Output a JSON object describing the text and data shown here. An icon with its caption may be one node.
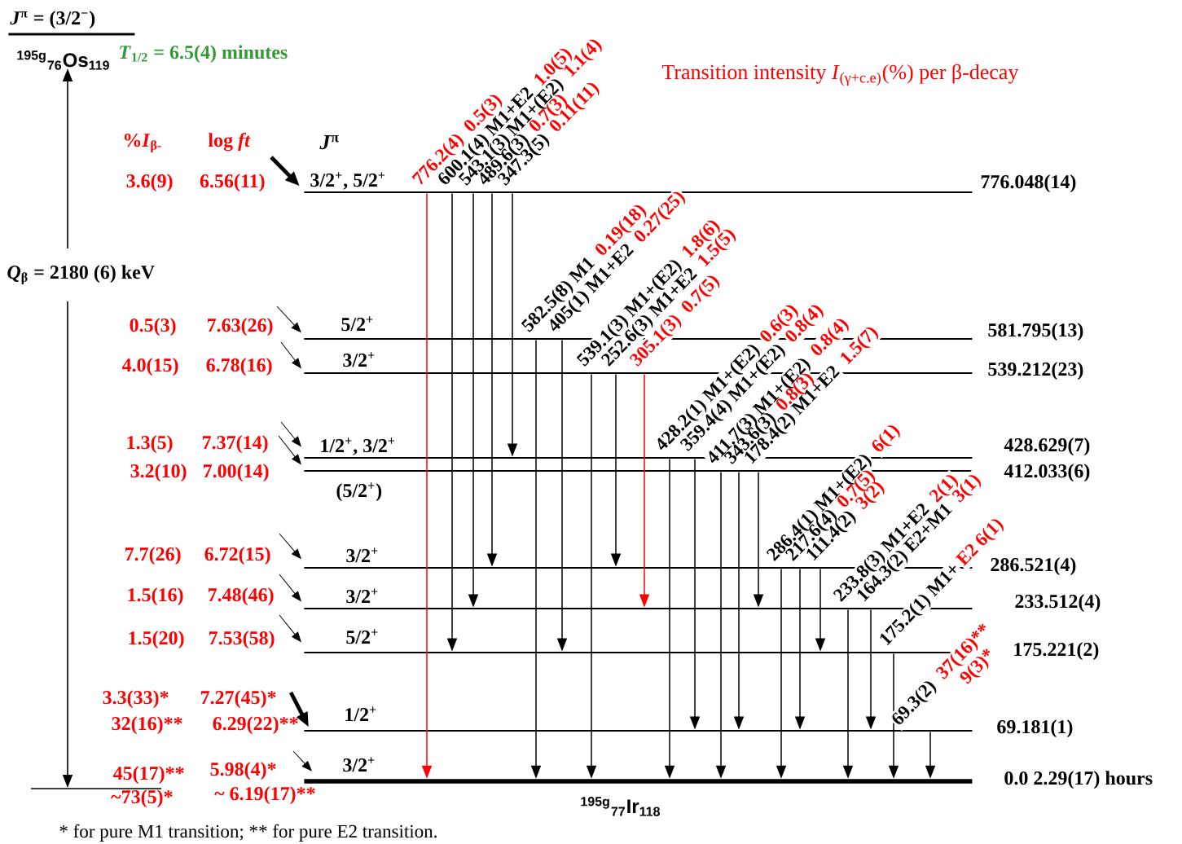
{
  "diagram": {
    "caption": "* for pure M1 transition; ** for pure E2 transition.",
    "nodes": [
      {
        "text": [
          "*J*$^{π}$ = (3/2$^{−}$)",
          "$^{195g}$$_{76}$Os$_{119}$"
        ],
        "beside": [
          "*T*$_{1/2}$ = 6.5(4) minutes"
        ]
      },
      {
        "text": [
          "3/2$^{+}$, 5/2$^{+}$",
          "776.048(14)"
        ]
      },
      {
        "text": [
          "5/2$^{+}$",
          "581.795(13)"
        ]
      },
      {
        "text": [
          "3/2$^{+}$",
          "539.212(23)"
        ]
      },
      {
        "text": [
          "1/2$^{+}$, 3/2$^{+}$",
          "428.629(7)"
        ]
      },
      {
        "text": [
          "(5/2$^{+}$)",
          "412.033(6)"
        ]
      },
      {
        "text": [
          "3/2$^{+}$",
          "286.521(4)"
        ]
      },
      {
        "text": [
          "3/2$^{+}$",
          "233.512(4)"
        ]
      },
      {
        "text": [
          "5/2$^{+}$",
          "175.221(2)"
        ]
      },
      {
        "text": [
          "1/2$^{+}$",
          "69.181(1)"
        ]
      },
      {
        "text": [
          "3/2$^{+}$",
          "0.0 2.29(17) hours"
        ],
        "beside": [
          "$^{195g}$$_{77}$Ir$_{118}$"
        ]
      }
    ],
    "edges": [
      {
        "from": 1,
        "to": 10,
        "arrow": "to",
        "label": "776.2(4)",
        "color": "#ff0000"
      },
      {
        "from": 1,
        "to": 8,
        "arrow": "to",
        "label": "600.1(4) M1+E2"
      },
      {
        "from": 1,
        "to": 7,
        "arrow": "to",
        "label": "543.1(3) M1+(E2)"
      },
      {
        "from": 1,
        "to": 6,
        "arrow": "to",
        "label": "489.6(3)"
      },
      {
        "from": 1,
        "to": 4,
        "arrow": "to",
        "label": "347.3(5)"
      },
      {
        "from": 2,
        "to": 10,
        "arrow": "to",
        "label": "582.5(8) M1"
      },
      {
        "from": 2,
        "to": 8,
        "arrow": "to",
        "label": "405(1) M1+E2"
      },
      {
        "from": 3,
        "to": 10,
        "arrow": "to",
        "label": "539.1(3) M1+(E2)"
      },
      {
        "from": 3,
        "to": 6,
        "arrow": "to",
        "label": "252.6(3) M1+E2"
      },
      {
        "from": 3,
        "to": 7,
        "arrow": "to",
        "label": "305.1(3)",
        "color": "#ff0000"
      },
      {
        "from": 4,
        "to": 10,
        "arrow": "to",
        "label": "428.2(1) M1+(E2)"
      },
      {
        "from": 4,
        "to": 9,
        "arrow": "to",
        "label": "359.4(4) M1+(E2)"
      },
      {
        "from": 5,
        "to": 10,
        "arrow": "to",
        "label": "411.7(3) M1+(E2)"
      },
      {
        "from": 5,
        "to": 9,
        "arrow": "to",
        "label": "343.6(3)"
      },
      {
        "from": 5,
        "to": 7,
        "arrow": "to",
        "label": "178.4(2) M1+E2"
      },
      {
        "from": 6,
        "to": 10,
        "arrow": "to",
        "label": "286.4(1) M1+(E2)"
      },
      {
        "from": 6,
        "to": 9,
        "arrow": "to",
        "label": "217.6(4)"
      },
      {
        "from": 6,
        "to": 8,
        "arrow": "to",
        "label": "111.4(2)"
      },
      {
        "from": 7,
        "to": 10,
        "arrow": "to",
        "label": "233.8(3) M1+E2"
      },
      {
        "from": 7,
        "to": 9,
        "arrow": "to",
        "label": "164.3(2) E2+M1"
      },
      {
        "from": 8,
        "to": 10,
        "arrow": "to",
        "label": "175.2(1) M1+"
      },
      {
        "from": 9,
        "to": 10,
        "arrow": "to",
        "label": "69.3(2)"
      },
      {
        "from": null,
        "to": 1,
        "arrow": "to",
        "style": "thick"
      },
      {
        "from": null,
        "to": 2,
        "arrow": "to"
      },
      {
        "from": null,
        "to": 3,
        "arrow": "to"
      },
      {
        "from": null,
        "to": 4,
        "arrow": "to"
      },
      {
        "from": null,
        "to": 5,
        "arrow": "to"
      },
      {
        "from": null,
        "to": 6,
        "arrow": "to"
      },
      {
        "from": null,
        "to": 7,
        "arrow": "to"
      },
      {
        "from": null,
        "to": 8,
        "arrow": "to"
      },
      {
        "from": null,
        "to": 9,
        "arrow": "to",
        "style": "thick"
      },
      {
        "from": null,
        "to": 10,
        "arrow": "to"
      }
    ],
    "labels": [
      "Transition intensity *I*$_{(γ+c.e)}$(%) per β-decay",
      "%*I*$_{β-}$",
      "log *ft*",
      "*J*$^{π}$",
      "*Q*$_{β}$ = 2180 (6) keV",
      "0.5(3)",
      "1.0(5)",
      "1.1(4)",
      "0.7(3)",
      "0.11(11)",
      "0.19(18)",
      "0.27(25)",
      "1.8(6)",
      "1.5(5)",
      "0.7(5)",
      "0.6(3)",
      "0.8(4)",
      "0.8(4)",
      "0.8(3)",
      "1.5(7)",
      "6(1)",
      "0.7(5)",
      "3(2)",
      "2(1)",
      "3(1)",
      "E2 6(1)",
      "37(16)**",
      "9(3)*",
      "3.6(9)",
      "6.56(11)",
      "0.5(3)",
      "7.63(26)",
      "4.0(15)",
      "6.78(16)",
      "1.3(5)",
      "7.37(14)",
      "3.2(10)",
      "7.00(14)",
      "7.7(26)",
      "6.72(15)",
      "1.5(16)",
      "7.48(46)",
      "1.5(20)",
      "7.53(58)",
      "3.3(33)*",
      "7.27(45)*",
      "32(16)**",
      "6.29(22)**",
      "45(17)**",
      "5.98(4)*",
      "~73(5)*",
      "~ 6.19(17)**"
    ]
  }
}
